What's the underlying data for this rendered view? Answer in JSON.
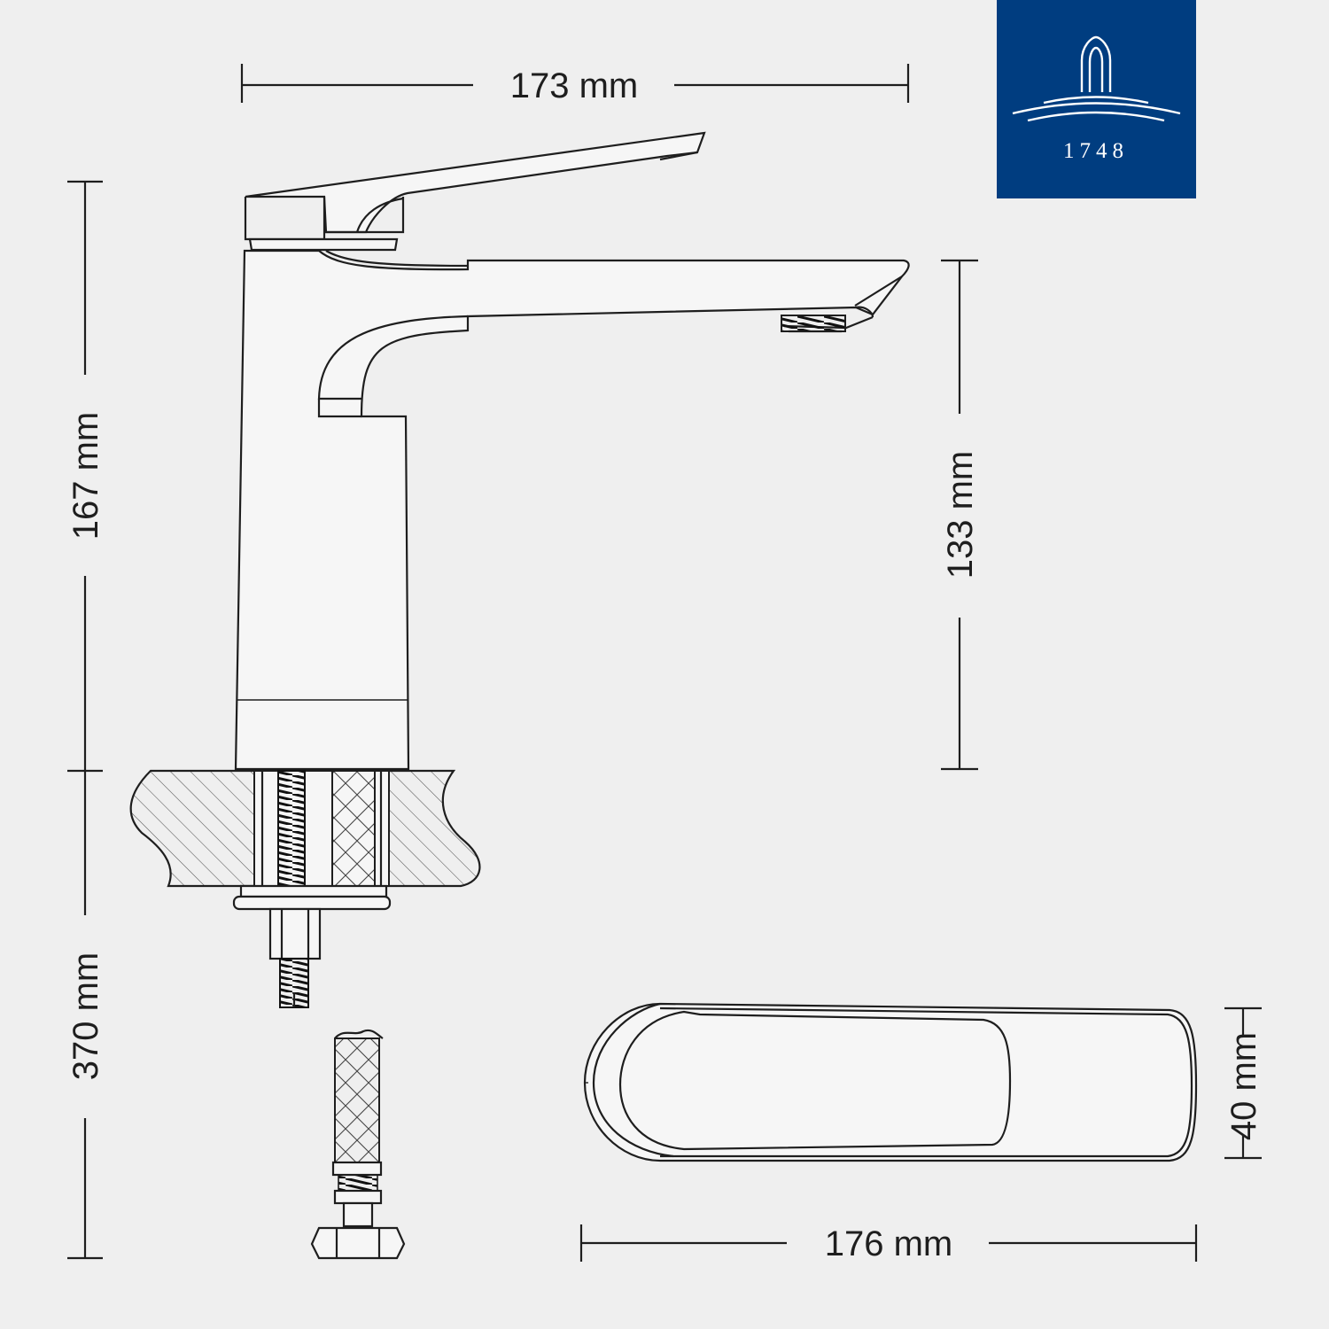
{
  "logo": {
    "year": "1748",
    "background_color": "#003d80",
    "icon": "faucet-water-icon"
  },
  "dimensions": {
    "width_top": "173 mm",
    "height_total": "167 mm",
    "spout_height": "133 mm",
    "hose_length": "370 mm",
    "top_view_width": "176 mm",
    "top_view_depth": "40 mm"
  },
  "colors": {
    "line": "#1e1e1e",
    "background": "#efefef",
    "logo": "#003d80"
  }
}
